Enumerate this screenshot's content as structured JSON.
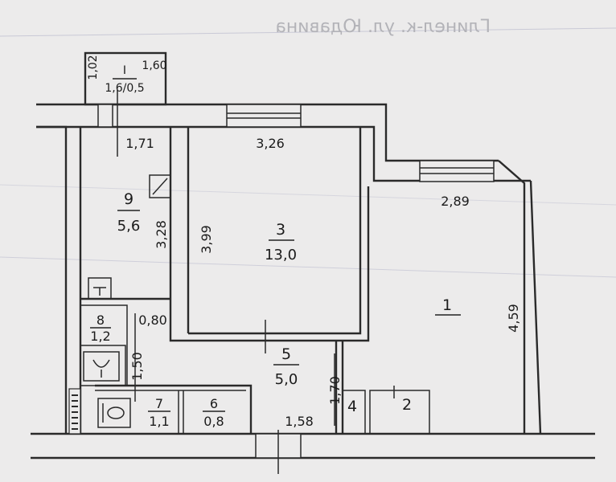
{
  "header_text": "Глинел-к. ул. Юдавина",
  "balcony": {
    "number": "I",
    "area": "1,6/0,5",
    "dim_width": "1,60",
    "dim_depth": "1,02"
  },
  "rooms": [
    {
      "id": "1",
      "area": ""
    },
    {
      "id": "2",
      "area": ""
    },
    {
      "id": "3",
      "area": "13,0"
    },
    {
      "id": "4",
      "area": ""
    },
    {
      "id": "5",
      "area": "5,0"
    },
    {
      "id": "6",
      "area": "0,8"
    },
    {
      "id": "7",
      "area": "1,1"
    },
    {
      "id": "8",
      "area": "1,2"
    },
    {
      "id": "9",
      "area": "5,6"
    }
  ],
  "dimensions": {
    "kitchen_width": "1,71",
    "kitchen_depth": "3,28",
    "room3_width": "3,26",
    "room3_depth": "3,99",
    "room1_width": "2,89",
    "room1_depth": "4,59",
    "corridor_small": "0,80",
    "wc_depth": "1,50",
    "hall_depth": "1,70",
    "hall_width": "1,58"
  }
}
